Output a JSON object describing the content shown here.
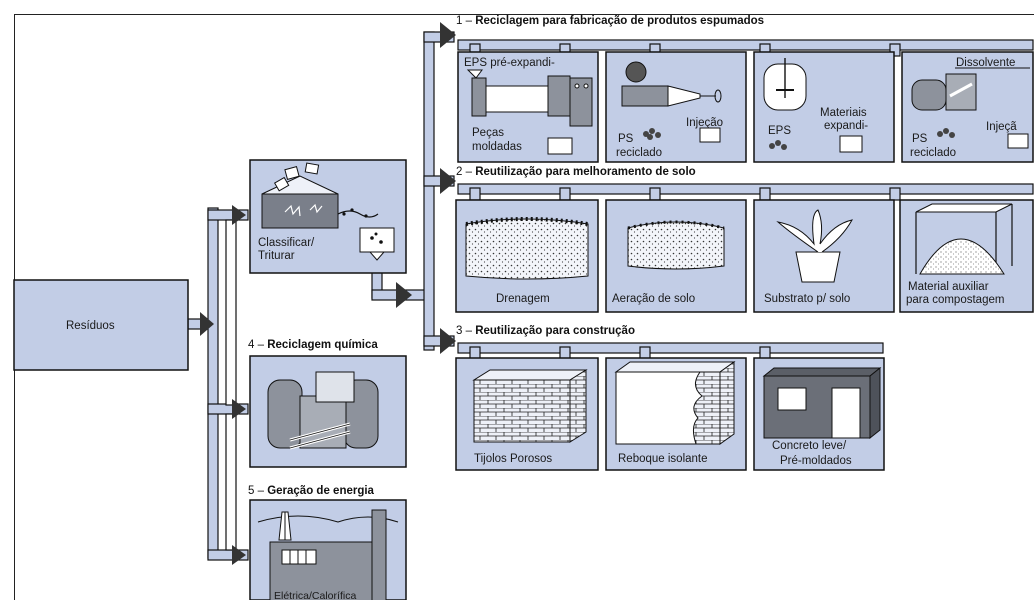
{
  "colors": {
    "box_fill": "#c2cde6",
    "stroke": "#111111",
    "pipe": "#c2cde6"
  },
  "residuos": "Resíduos",
  "classify": {
    "line1": "Classificar/",
    "line2": "Triturar"
  },
  "section1": {
    "number": "1",
    "title": "Reciclagem para fabricação de produtos espumados",
    "panels": [
      {
        "top": "EPS pré-expandi-",
        "bottom1": "Peças",
        "bottom2": "moldadas"
      },
      {
        "left1": "PS",
        "left2": "reciclado",
        "right": "Injeção"
      },
      {
        "left": "EPS",
        "right1": "Materiais",
        "right2": "expandi-"
      },
      {
        "top": "Dissolvente",
        "left1": "PS",
        "left2": "reciclado",
        "right": "Injeçã"
      }
    ]
  },
  "section2": {
    "number": "2",
    "title": "Reutilização para melhoramento de solo",
    "panels": [
      {
        "label": "Drenagem"
      },
      {
        "label": "Aeração de solo"
      },
      {
        "label": "Substrato p/ solo"
      },
      {
        "label1": "Material auxiliar",
        "label2": "para compostagem"
      }
    ]
  },
  "section3": {
    "number": "3",
    "title": "Reutilização para construção",
    "panels": [
      {
        "label": "Tijolos Porosos"
      },
      {
        "label": "Reboque isolante"
      },
      {
        "label1": "Concreto leve/",
        "label2": "Pré-moldados"
      }
    ]
  },
  "section4": {
    "number": "4",
    "title": "Reciclagem química"
  },
  "section5": {
    "number": "5",
    "title": "Geração de energia",
    "caption": "Elétrica/Calorífica"
  }
}
